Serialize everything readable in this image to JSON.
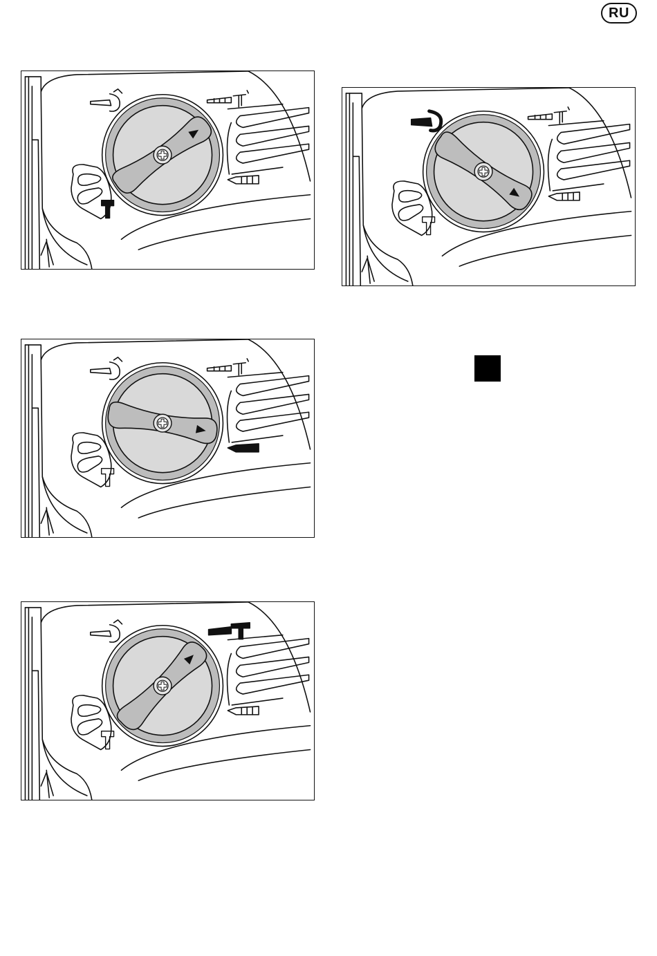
{
  "header": {
    "language_badge": "RU"
  },
  "figures": [
    {
      "id": "fig-1",
      "active_mode": "hammer",
      "knob_rotation": -35
    },
    {
      "id": "fig-2",
      "active_mode": "chisel-lock",
      "knob_rotation": 35
    },
    {
      "id": "fig-3",
      "active_mode": "drill",
      "knob_rotation": 10
    },
    {
      "id": "fig-4",
      "active_mode": "hammer-drill",
      "knob_rotation": -45
    }
  ],
  "icons": {
    "mode_selector": "rotary-knob-icon",
    "chisel_lock": "chisel-rotation-lock-icon",
    "hammer_drill": "hammer-drill-icon",
    "drill": "drill-bit-icon",
    "hammer": "hammer-icon"
  },
  "colors": {
    "line": "#111111",
    "knob_gray": "#d9d9d9",
    "ring_gray": "#bcbcbc"
  }
}
